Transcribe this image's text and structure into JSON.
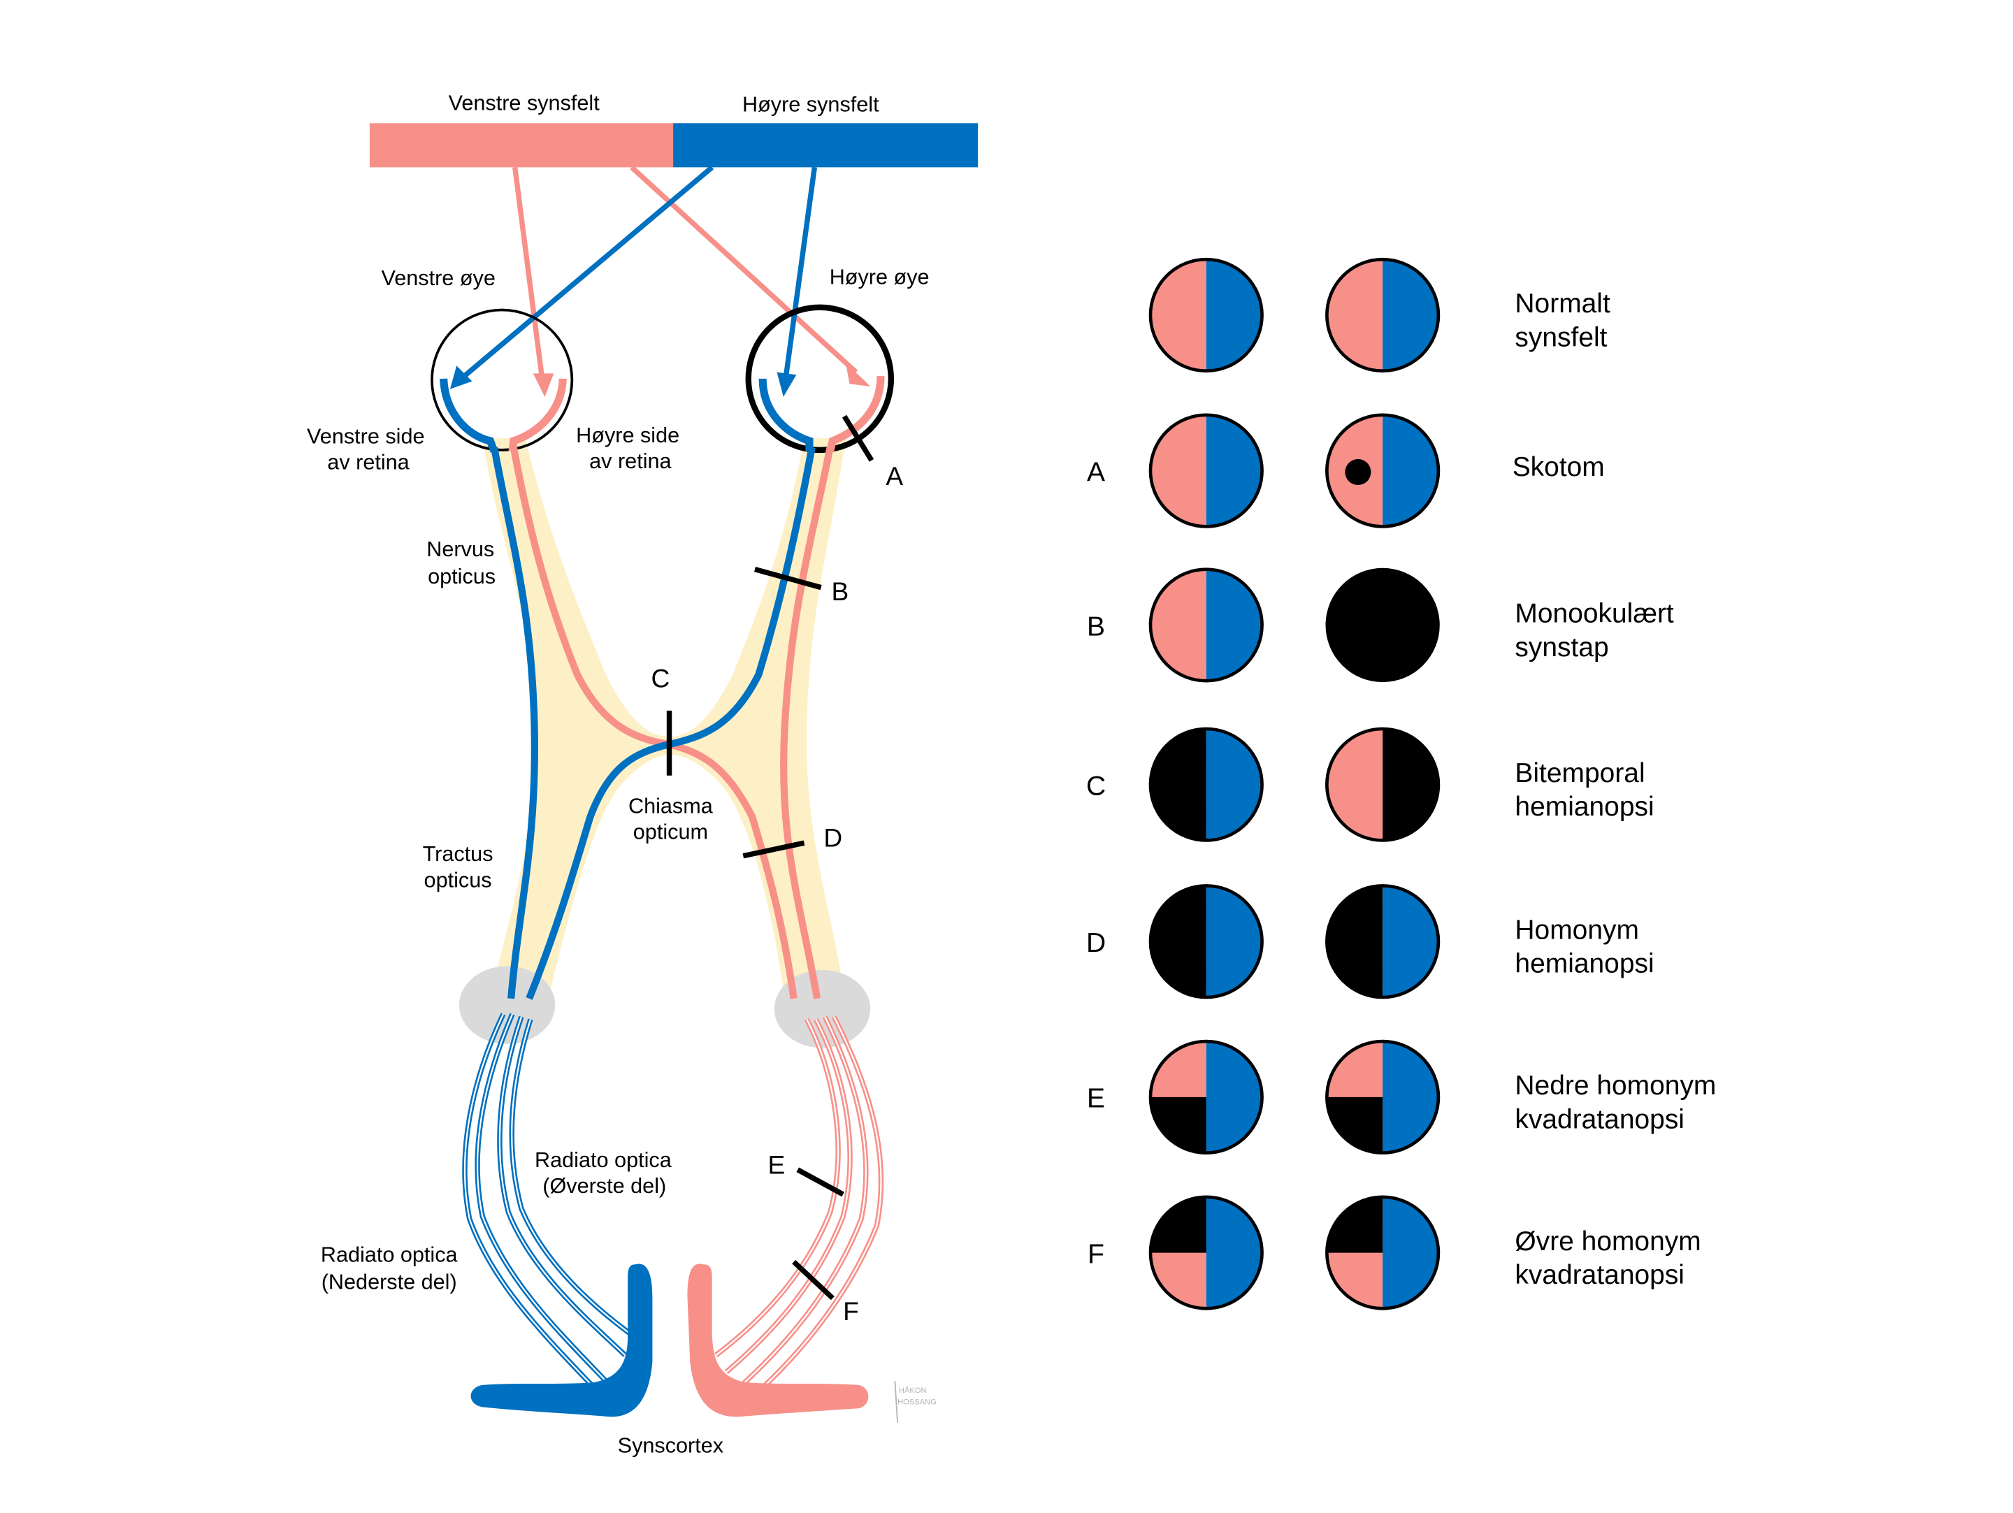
{
  "colors": {
    "left_field": "#F8908A",
    "right_field": "#0070C0",
    "sheath": "#FDF0C6",
    "lgn": "#DADADA",
    "lesion": "#000000",
    "signature": "#B5B5B5"
  },
  "visual_fields": {
    "left_label": "Venstre synsfelt",
    "right_label": "Høyre synsfelt"
  },
  "eyes": {
    "left_label": "Venstre øye",
    "right_label": "Høyre øye"
  },
  "retina": {
    "left_side_line1": "Venstre side",
    "left_side_line2": "av retina",
    "right_side_line1": "Høyre side",
    "right_side_line2": "av retina"
  },
  "structures": {
    "nervus_line1": "Nervus",
    "nervus_line2": "opticus",
    "chiasma_line1": "Chiasma",
    "chiasma_line2": "opticum",
    "tractus_line1": "Tractus",
    "tractus_line2": "opticus",
    "radiatio_upper_line1": "Radiato optica",
    "radiatio_upper_line2": "(Øverste del)",
    "radiatio_lower_line1": "Radiato optica",
    "radiatio_lower_line2": "(Nederste del)",
    "cortex": "Synscortex"
  },
  "lesion_sites": {
    "A": "A",
    "B": "B",
    "C": "C",
    "D": "D",
    "E": "E",
    "F": "F"
  },
  "signature": {
    "line1": "HÅKON",
    "line2": "HOSSANG"
  },
  "field_defects": [
    {
      "letter": "",
      "name_line1": "Normalt",
      "name_line2": "synsfelt",
      "left_eye": {
        "left_half": "pink",
        "right_half": "blue",
        "pattern": "normal"
      },
      "right_eye": {
        "left_half": "pink",
        "right_half": "blue",
        "pattern": "normal"
      }
    },
    {
      "letter": "A",
      "name_line1": "Skotom",
      "name_line2": "",
      "left_eye": {
        "pattern": "normal"
      },
      "right_eye": {
        "pattern": "scotoma"
      }
    },
    {
      "letter": "B",
      "name_line1": "Monookulært",
      "name_line2": "synstap",
      "left_eye": {
        "pattern": "normal"
      },
      "right_eye": {
        "pattern": "blind"
      }
    },
    {
      "letter": "C",
      "name_line1": "Bitemporal",
      "name_line2": "hemianopsi",
      "left_eye": {
        "pattern": "left-half-lost"
      },
      "right_eye": {
        "pattern": "right-half-lost"
      }
    },
    {
      "letter": "D",
      "name_line1": "Homonym",
      "name_line2": "hemianopsi",
      "left_eye": {
        "pattern": "left-half-lost"
      },
      "right_eye": {
        "pattern": "left-half-lost"
      }
    },
    {
      "letter": "E",
      "name_line1": "Nedre homonym",
      "name_line2": "kvadratanopsi",
      "left_eye": {
        "pattern": "lower-left-lost"
      },
      "right_eye": {
        "pattern": "lower-left-lost"
      }
    },
    {
      "letter": "F",
      "name_line1": "Øvre homonym",
      "name_line2": "kvadratanopsi",
      "left_eye": {
        "pattern": "upper-left-lost"
      },
      "right_eye": {
        "pattern": "upper-left-lost"
      }
    }
  ]
}
